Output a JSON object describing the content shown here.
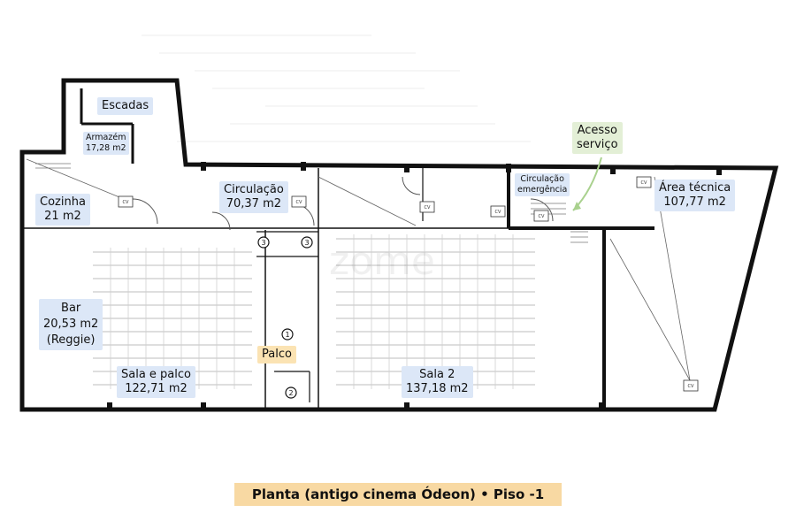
{
  "rooms": {
    "escadas": {
      "name": "Escadas"
    },
    "armazem": {
      "name": "Armazém",
      "area": "17,28 m2"
    },
    "cozinha": {
      "name": "Cozinha",
      "area": "21 m2"
    },
    "circulacao": {
      "name": "Circulação",
      "area": "70,37 m2"
    },
    "circulacao_emergencia": {
      "name": "Circulação",
      "sub": "emergência"
    },
    "acesso_servico": {
      "name": "Acesso",
      "sub": "serviço"
    },
    "area_tecnica": {
      "name": "Área técnica",
      "area": "107,77 m2"
    },
    "bar": {
      "name": "Bar",
      "area": "20,53 m2",
      "sub": "(Reggie)"
    },
    "palco": {
      "name": "Palco"
    },
    "sala_palco": {
      "name": "Sala e palco",
      "area": "122,71 m2"
    },
    "sala2": {
      "name": "Sala 2",
      "area": "137,18 m2"
    }
  },
  "markers": [
    "1",
    "2",
    "3",
    "3"
  ],
  "cv_tags": [
    "CV",
    "CV",
    "CV",
    "CV",
    "CV",
    "CV",
    "CV"
  ],
  "watermark": "zome",
  "caption": "Planta (antigo cinema Ódeon) • Piso -1",
  "colors": {
    "label_bg": "#dce7f7",
    "green_label": "#e3efd6",
    "orange_label": "#fbe3b3",
    "wall": "#111111"
  }
}
